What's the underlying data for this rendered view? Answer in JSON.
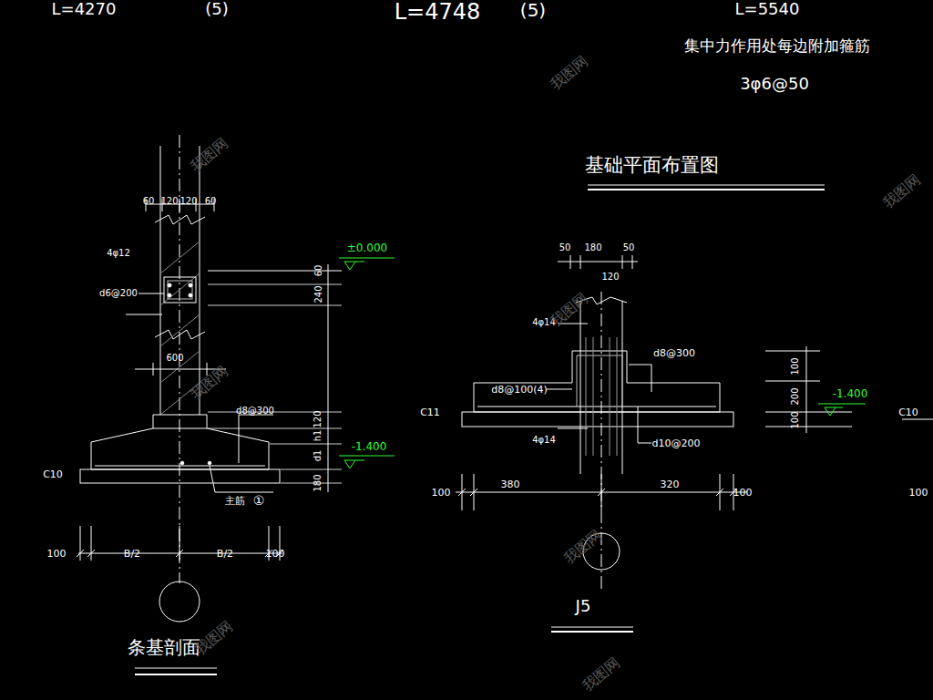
{
  "diagram": {
    "title": "基础平面布置图",
    "labels": [
      "L=4270",
      "(5)",
      "L=4748",
      "(5)",
      "L=5540",
      "集中力作用处每边附加箍筋",
      "3φ6@50",
      "60",
      "120",
      "120",
      "60",
      "4φ12",
      "±0.000",
      "d6@200",
      "60",
      "240",
      "600",
      "d8@300",
      "120",
      "h1",
      "-1.400",
      "d1",
      "180",
      "C10",
      "主筋",
      "①",
      "100",
      "B/2",
      "B/2",
      "100",
      "条基剖面",
      "50",
      "180",
      "50",
      "120",
      "4φ14",
      "d8@300",
      "d8@100(4)",
      "C11",
      "4φ14",
      "d10@200",
      "100",
      "380",
      "320",
      "100",
      "J5",
      "100",
      "200",
      "100",
      "-1.400",
      "C10",
      "100",
      "我图网",
      "我图网",
      "我图网",
      "我图网",
      "我图网",
      "我图网",
      "我图网",
      "我图网"
    ]
  }
}
